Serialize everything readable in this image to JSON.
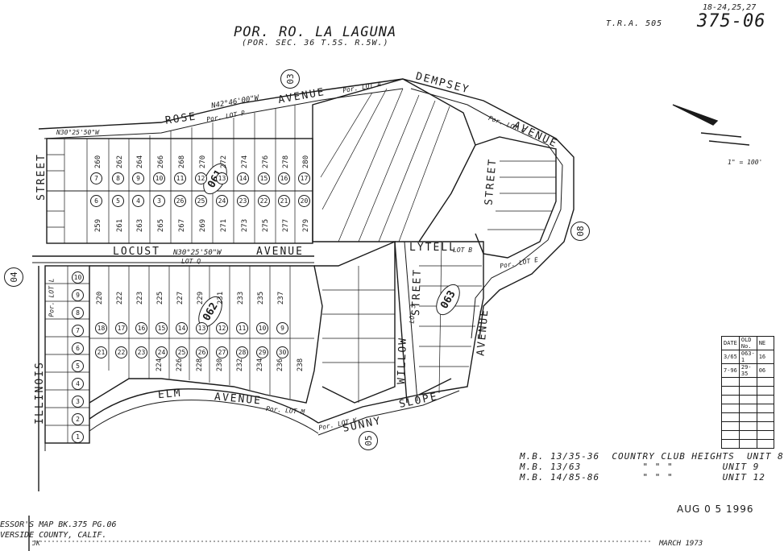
{
  "header": {
    "title": "POR. RO. LA LAGUNA",
    "subtitle": "(POR. SEC. 36 T.5S. R.5W.)",
    "tra": "T.R.A. 505",
    "map_number_prefix": "18-24,25,27",
    "map_number": "375-06"
  },
  "scale_label": "1\" = 100'",
  "map_books": [
    "061",
    "062",
    "063"
  ],
  "adjacent_pages": [
    "03",
    "04",
    "05",
    "08"
  ],
  "streets": {
    "rose": "ROSE",
    "rose_avenue": "AVENUE",
    "dempsey": "DEMPSEY",
    "dempsey_avenue": "AVENUE",
    "locust": "LOCUST",
    "locust_avenue": "AVENUE",
    "lytell": "LYTELL",
    "elm": "ELM",
    "elm_avenue": "AVENUE",
    "sunny": "SUNNY",
    "slope": "SLOPE",
    "willow": "WILLOW",
    "willow_street": "STREET",
    "illinois": "ILLINOIS",
    "street_left": "STREET",
    "street_right": "STREET",
    "avenue_right": "AVENUE"
  },
  "bearings": {
    "rose": "N42°46'00\"W",
    "locust": "N30°25'50\"W",
    "top_left": "N30°25'50\"W"
  },
  "lot_labels": {
    "lot_p": "Por. LOT P",
    "lot_a": "Por. LOT A",
    "lot_q": "LOT Q",
    "lot_l": "Por. LOT L",
    "lot_m": "Por. LOT M",
    "lot_k": "Por. LOT K",
    "lot_j": "LOT J",
    "lot_c": "Por. LOT C",
    "lot_e": "Por. LOT E",
    "lot_b": "LOT B"
  },
  "lots_top_row_top": [
    "260",
    "262",
    "264",
    "266",
    "268",
    "270",
    "272",
    "274",
    "276",
    "278",
    "280"
  ],
  "lots_top_row_bottom": [
    "259",
    "261",
    "263",
    "265",
    "267",
    "269",
    "271",
    "273",
    "275",
    "277",
    "279"
  ],
  "parcels_top_upper": [
    "7",
    "8",
    "9",
    "10",
    "11",
    "12",
    "13",
    "14",
    "15",
    "16",
    "17"
  ],
  "parcels_top_lower": [
    "6",
    "5",
    "4",
    "3",
    "26",
    "25",
    "24",
    "23",
    "22",
    "21",
    "20"
  ],
  "lots_mid_row": [
    "220",
    "222",
    "223",
    "225",
    "227",
    "229",
    "231",
    "233",
    "235",
    "237"
  ],
  "lots_mid_row_b": [
    "224",
    "226",
    "228",
    "230",
    "232",
    "234",
    "236",
    "238"
  ],
  "parcels_mid": [
    "18",
    "17",
    "16",
    "15",
    "14",
    "13",
    "12",
    "11",
    "10",
    "9"
  ],
  "parcels_mid_lower": [
    "21",
    "22",
    "23",
    "24",
    "25",
    "26",
    "27",
    "28",
    "29",
    "30"
  ],
  "parcels_left": [
    "1",
    "2",
    "3",
    "4",
    "5",
    "6",
    "7",
    "8",
    "9",
    "10"
  ],
  "map_refs": [
    {
      "book": "M.B. 13/35-36",
      "name": "COUNTRY CLUB HEIGHTS",
      "unit": "UNIT 8"
    },
    {
      "book": "M.B. 13/63",
      "name": "\"   \"   \"",
      "unit": "UNIT 9"
    },
    {
      "book": "M.B. 14/85-86",
      "name": "\"   \"   \"",
      "unit": "UNIT 12"
    }
  ],
  "change_table": {
    "headers": [
      "DATE",
      "OLD No.",
      "NE"
    ],
    "rows": [
      [
        "3/65",
        "063-1",
        "16"
      ],
      [
        "7-96",
        "29-35",
        "06"
      ]
    ]
  },
  "stamp_date": "AUG 0 5 1996",
  "footer": {
    "line1": "ESSOR'S MAP BK.375 PG.06",
    "line2": "VERSIDE COUNTY, CALIF.",
    "line3": "JK",
    "date": "MARCH 1973"
  },
  "colors": {
    "ink": "#1a1a1a",
    "paper": "#ffffff"
  }
}
